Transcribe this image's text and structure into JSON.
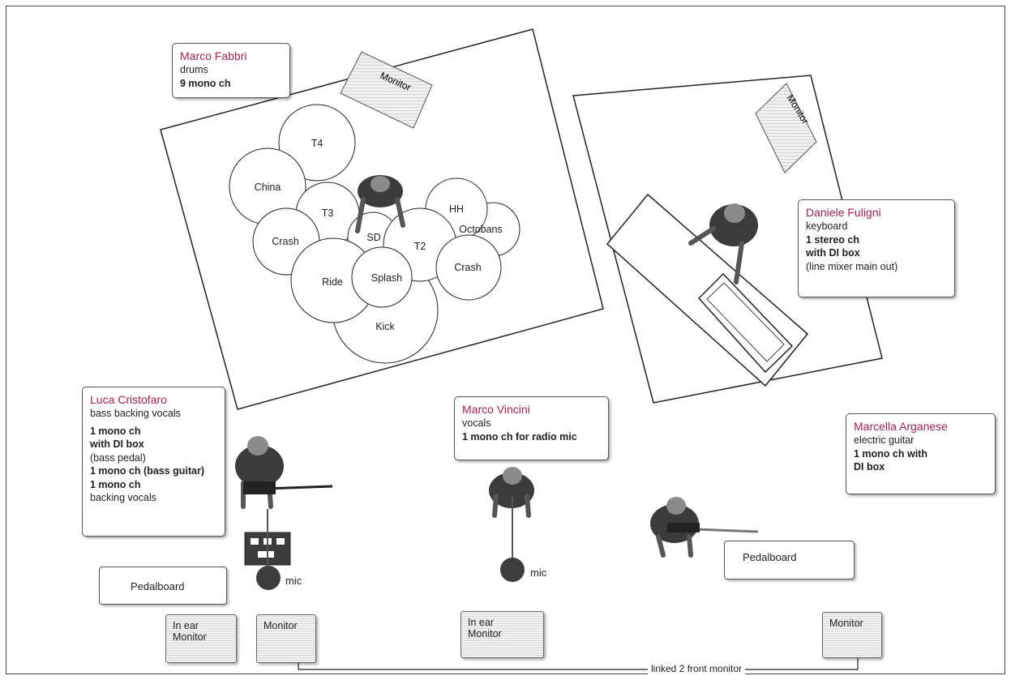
{
  "musicians": {
    "drums": {
      "name": "Marco Fabbri",
      "role": "drums",
      "channels": "9 mono ch"
    },
    "keys": {
      "name": "Daniele Fuligni",
      "role": "keyboard",
      "line1": "1 stereo ch",
      "line2": "with DI box",
      "line3": "(line mixer main out)"
    },
    "bass": {
      "name": "Luca Cristofaro",
      "role": "bass backing vocals",
      "line1": "1 mono ch",
      "line2": "with DI box",
      "line3": "(bass pedal)",
      "line4": "1 mono ch (bass guitar)",
      "line5": "1 mono ch",
      "line6": "backing vocals"
    },
    "vocals": {
      "name": "Marco Vincini",
      "role": "vocals",
      "line1": "1 mono ch for radio mic"
    },
    "guitar": {
      "name": "Marcella Arganese",
      "role": "electric guitar",
      "line1": "1 mono ch with",
      "line2": "DI box"
    }
  },
  "drumkit": {
    "t4": "T4",
    "china": "China",
    "t3": "T3",
    "crash_left": "Crash",
    "sd": "SD",
    "hh": "HH",
    "octobans": "Octobans",
    "t2": "T2",
    "crash_right": "Crash",
    "ride": "Ride",
    "splash": "Splash",
    "kick": "Kick"
  },
  "equipment": {
    "monitor_drums": "Monitor",
    "monitor_keys": "Monitor",
    "pedalboard_bass": "Pedalboard",
    "pedalboard_guitar": "Pedalboard",
    "in_ear_1_line1": "In ear",
    "in_ear_1_line2": "Monitor",
    "monitor_front_left": "Monitor",
    "in_ear_2_line1": "In ear",
    "in_ear_2_line2": "Monitor",
    "monitor_front_right": "Monitor",
    "mic_bass": "mic",
    "mic_vocals": "mic",
    "link_label": "linked 2 front monitor"
  },
  "colors": {
    "name_accent": "#a3234b",
    "outline": "#333333"
  }
}
